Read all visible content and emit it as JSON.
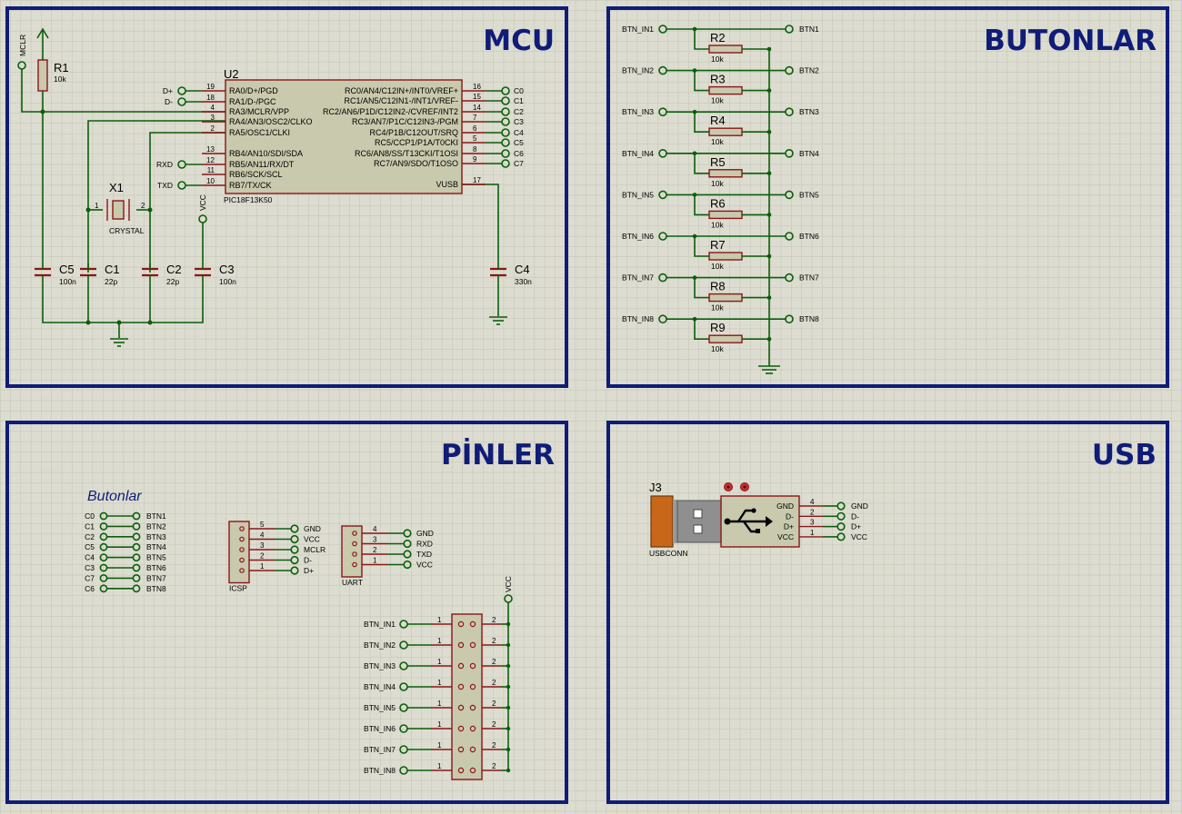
{
  "panels": {
    "mcu": "MCU",
    "butonlar": "BUTONLAR",
    "pinler": "PİNLER",
    "usb": "USB"
  },
  "mcu": {
    "u2_ref": "U2",
    "u2_part": "PIC18F13K50",
    "left_pins": [
      {
        "num": "19",
        "name": "RA0/D+/PGD",
        "net": "D+"
      },
      {
        "num": "18",
        "name": "RA1/D-/PGC",
        "net": "D-"
      },
      {
        "num": "4",
        "name": "RA3/MCLR/VPP",
        "net": ""
      },
      {
        "num": "3",
        "name": "RA4/AN3/OSC2/CLKO",
        "net": ""
      },
      {
        "num": "2",
        "name": "RA5/OSC1/CLKI",
        "net": ""
      },
      {
        "num": "13",
        "name": "RB4/AN10/SDI/SDA",
        "net": ""
      },
      {
        "num": "12",
        "name": "RB5/AN11/RX/DT",
        "net": "RXD"
      },
      {
        "num": "11",
        "name": "RB6/SCK/SCL",
        "net": ""
      },
      {
        "num": "10",
        "name": "RB7/TX/CK",
        "net": "TXD"
      }
    ],
    "right_pins": [
      {
        "num": "16",
        "name": "RC0/AN4/C12IN+/INT0/VREF+",
        "net": "C0"
      },
      {
        "num": "15",
        "name": "RC1/AN5/C12IN1-/INT1/VREF-",
        "net": "C1"
      },
      {
        "num": "14",
        "name": "RC2/AN6/P1D/C12IN2-/CVREF/INT2",
        "net": "C2"
      },
      {
        "num": "7",
        "name": "RC3/AN7/P1C/C12IN3-/PGM",
        "net": "C3"
      },
      {
        "num": "6",
        "name": "RC4/P1B/C12OUT/SRQ",
        "net": "C4"
      },
      {
        "num": "5",
        "name": "RC5/CCP1/P1A/T0CKI",
        "net": "C5"
      },
      {
        "num": "8",
        "name": "RC6/AN8/SS/T13CKI/T1OSI",
        "net": "C6"
      },
      {
        "num": "9",
        "name": "RC7/AN9/SDO/T1OSO",
        "net": "C7"
      },
      {
        "num": "17",
        "name": "VUSB",
        "net": ""
      }
    ],
    "mclr": "MCLR",
    "vcc": "VCC",
    "r1": {
      "ref": "R1",
      "value": "10k"
    },
    "x1": {
      "ref": "X1",
      "value": "CRYSTAL",
      "pin1": "1",
      "pin2": "2"
    },
    "caps": [
      {
        "ref": "C5",
        "value": "100n"
      },
      {
        "ref": "C1",
        "value": "22p"
      },
      {
        "ref": "C2",
        "value": "22p"
      },
      {
        "ref": "C3",
        "value": "100n"
      },
      {
        "ref": "C4",
        "value": "330n"
      }
    ]
  },
  "buttons": {
    "rows": [
      {
        "in": "BTN_IN1",
        "out": "BTN1",
        "r": "R2",
        "v": "10k"
      },
      {
        "in": "BTN_IN2",
        "out": "BTN2",
        "r": "R3",
        "v": "10k"
      },
      {
        "in": "BTN_IN3",
        "out": "BTN3",
        "r": "R4",
        "v": "10k"
      },
      {
        "in": "BTN_IN4",
        "out": "BTN4",
        "r": "R5",
        "v": "10k"
      },
      {
        "in": "BTN_IN5",
        "out": "BTN5",
        "r": "R6",
        "v": "10k"
      },
      {
        "in": "BTN_IN6",
        "out": "BTN6",
        "r": "R7",
        "v": "10k"
      },
      {
        "in": "BTN_IN7",
        "out": "BTN7",
        "r": "R8",
        "v": "10k"
      },
      {
        "in": "BTN_IN8",
        "out": "BTN8",
        "r": "R9",
        "v": "10k"
      }
    ]
  },
  "pinler": {
    "butonlar_title": "Butonlar",
    "map": [
      {
        "c": "C0",
        "b": "BTN1"
      },
      {
        "c": "C1",
        "b": "BTN2"
      },
      {
        "c": "C2",
        "b": "BTN3"
      },
      {
        "c": "C5",
        "b": "BTN4"
      },
      {
        "c": "C4",
        "b": "BTN5"
      },
      {
        "c": "C3",
        "b": "BTN6"
      },
      {
        "c": "C7",
        "b": "BTN7"
      },
      {
        "c": "C6",
        "b": "BTN8"
      }
    ],
    "icsp": {
      "ref": "ICSP",
      "pins": [
        {
          "num": "5",
          "net": "GND"
        },
        {
          "num": "4",
          "net": "VCC"
        },
        {
          "num": "3",
          "net": "MCLR"
        },
        {
          "num": "2",
          "net": "D-"
        },
        {
          "num": "1",
          "net": "D+"
        }
      ]
    },
    "uart": {
      "ref": "UART",
      "pins": [
        {
          "num": "4",
          "net": "GND"
        },
        {
          "num": "3",
          "net": "RXD"
        },
        {
          "num": "2",
          "net": "TXD"
        },
        {
          "num": "1",
          "net": "VCC"
        }
      ]
    },
    "vcc": "VCC",
    "switch_rows": [
      "BTN_IN1",
      "BTN_IN2",
      "BTN_IN3",
      "BTN_IN4",
      "BTN_IN5",
      "BTN_IN6",
      "BTN_IN7",
      "BTN_IN8"
    ],
    "pin1": "1",
    "pin2": "2"
  },
  "usb": {
    "ref": "J3",
    "part": "USBCONN",
    "pins": [
      {
        "num": "4",
        "name": "GND",
        "net": "GND"
      },
      {
        "num": "2",
        "name": "D-",
        "net": "D-"
      },
      {
        "num": "3",
        "name": "D+",
        "net": "D+"
      },
      {
        "num": "1",
        "name": "VCC",
        "net": "VCC"
      }
    ]
  },
  "colors": {
    "background": "#dcdcd0",
    "grid": "#c6c6b8",
    "panel_border": "#0f1c78",
    "wire": "#0b5e0b",
    "component_outline": "#8b1616",
    "component_fill": "#c9c9ad"
  }
}
